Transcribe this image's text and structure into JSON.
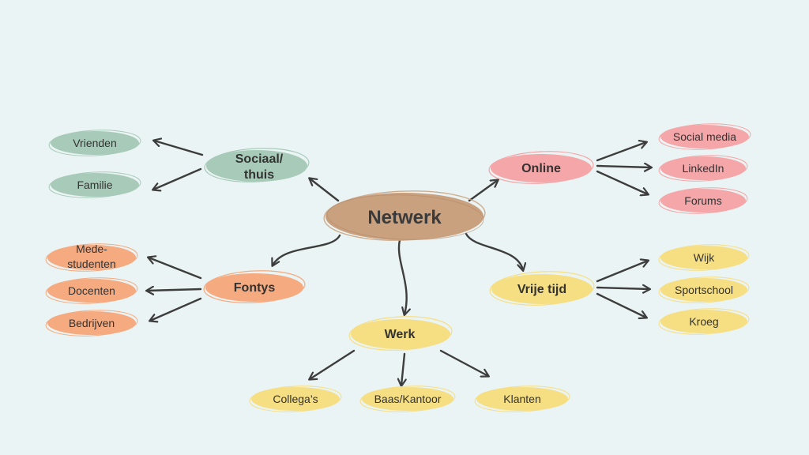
{
  "colors": {
    "background": "#eaf4f4",
    "center": "#c9a17f",
    "sociaal": "#a8cbb9",
    "online": "#f4a6a8",
    "fontys": "#f5aa80",
    "werk": "#f6de83",
    "vrije_tijd": "#f6de83",
    "arrow": "#3d3d3d"
  },
  "center": {
    "label": "Netwerk"
  },
  "categories": {
    "sociaal": {
      "line1": "Sociaal/",
      "line2": "thuis"
    },
    "online": {
      "label": "Online"
    },
    "fontys": {
      "label": "Fontys"
    },
    "werk": {
      "label": "Werk"
    },
    "vrije_tijd": {
      "label": "Vrije tijd"
    }
  },
  "leaves": {
    "vrienden": "Vrienden",
    "familie": "Familie",
    "social_media": "Social media",
    "linkedin": "LinkedIn",
    "forums": "Forums",
    "medestudenten_1": "Mede-",
    "medestudenten_2": "studenten",
    "docenten": "Docenten",
    "bedrijven": "Bedrijven",
    "wijk": "Wijk",
    "sportschool": "Sportschool",
    "kroeg": "Kroeg",
    "collegas": "Collega’s",
    "baas": "Baas/Kantoor",
    "klanten": "Klanten"
  }
}
